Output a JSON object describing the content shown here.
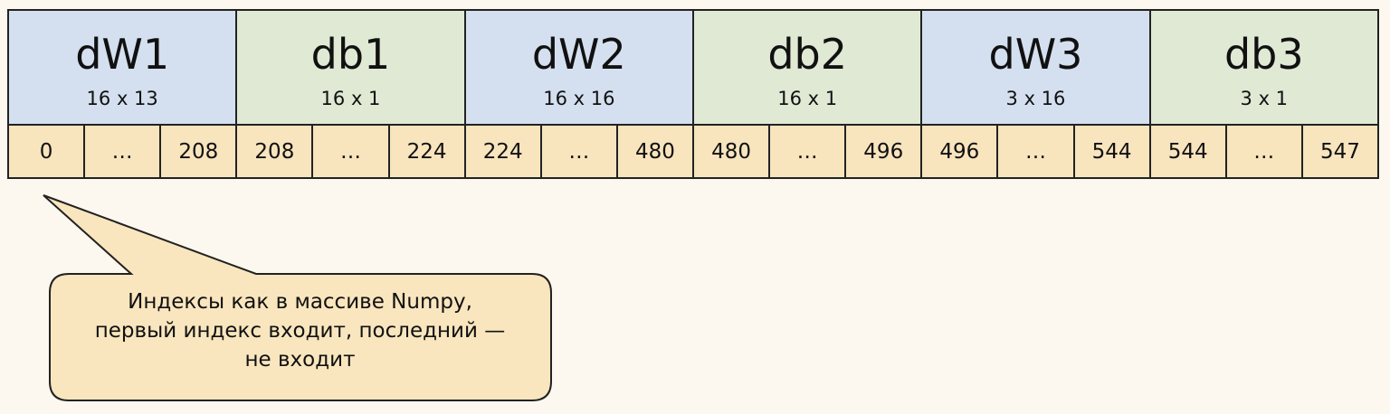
{
  "colors": {
    "weight_block": "#d4e0f0",
    "bias_block": "#dfe9d4",
    "index_row": "#f8e4bd",
    "callout_fill": "#f9e6be",
    "background": "#fdf8ef",
    "border": "#222222"
  },
  "blocks": [
    {
      "name": "dW1",
      "shape": "16 x 13",
      "kind": "weight",
      "start": "0",
      "ellipsis": "…",
      "end": "208"
    },
    {
      "name": "db1",
      "shape": "16 x 1",
      "kind": "bias",
      "start": "208",
      "ellipsis": "…",
      "end": "224"
    },
    {
      "name": "dW2",
      "shape": "16 x 16",
      "kind": "weight",
      "start": "224",
      "ellipsis": "…",
      "end": "480"
    },
    {
      "name": "db2",
      "shape": "16 x 1",
      "kind": "bias",
      "start": "480",
      "ellipsis": "…",
      "end": "496"
    },
    {
      "name": "dW3",
      "shape": "3 x 16",
      "kind": "weight",
      "start": "496",
      "ellipsis": "…",
      "end": "544"
    },
    {
      "name": "db3",
      "shape": "3 x 1",
      "kind": "bias",
      "start": "544",
      "ellipsis": "…",
      "end": "547"
    }
  ],
  "callout": {
    "lines": [
      "Индексы как в массиве Numpy,",
      "первый индекс входит, последний —",
      "не входит"
    ]
  }
}
